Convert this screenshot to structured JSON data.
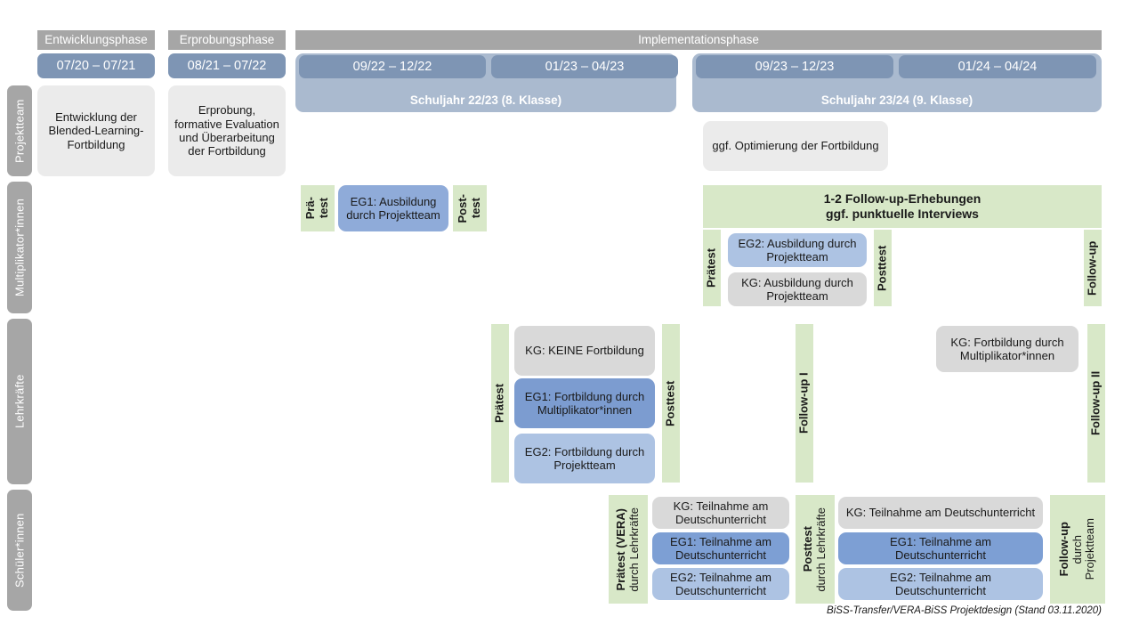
{
  "title": "BiSS-Transfer/VERA-BiSS Projektdesign",
  "colors": {
    "phase_header": "#a6a6a6",
    "date_bar": "#7e95b4",
    "year_band": "#aabacf",
    "green_strip": "#d8e8c8",
    "grey_card": "#d9d9d9",
    "grey_soft_card": "#ebebeb",
    "blue_eg1": "#7c9cd0",
    "blue_eg2": "#adc3e3"
  },
  "phase_headers": [
    {
      "label": "Entwicklungsphase"
    },
    {
      "label": "Erprobungsphase"
    },
    {
      "label": "Implementationsphase"
    }
  ],
  "date_bars": [
    {
      "label": "07/20 – 07/21"
    },
    {
      "label": "08/21 – 07/22"
    },
    {
      "label": "09/22 – 12/22"
    },
    {
      "label": "01/23 – 04/23"
    },
    {
      "label": "09/23 – 12/23"
    },
    {
      "label": "01/24 – 04/24"
    }
  ],
  "year_bands": [
    {
      "label": "Schuljahr 22/23 (8. Klasse)"
    },
    {
      "label": "Schuljahr 23/24 (9. Klasse)"
    }
  ],
  "row_labels": [
    {
      "label": "Projektteam"
    },
    {
      "label": "Multiplikator*innen"
    },
    {
      "label": "Lehrkräfte"
    },
    {
      "label": "Schüler*innen"
    }
  ],
  "projektteam": {
    "entwicklung": "Entwicklung der Blended-Learning-Fortbildung",
    "erprobung": "Erprobung, formative Evaluation und Überarbeitung der Fortbildung",
    "optimierung": "ggf. Optimierung der Fortbildung"
  },
  "multiplikator": {
    "praetest_line1": "Prä-",
    "praetest_line2": "test",
    "posttest_line1": "Post-",
    "posttest_line2": "test",
    "eg1": "EG1: Ausbildung durch Projektteam",
    "followup_band_line1": "1-2 Follow-up-Erhebungen",
    "followup_band_line2": "ggf. punktuelle Interviews",
    "praetest2": "Prätest",
    "posttest2": "Posttest",
    "followup": "Follow-up",
    "eg2": "EG2: Ausbildung durch Projektteam",
    "kg": "KG: Ausbildung durch Projektteam"
  },
  "lehrkraefte": {
    "praetest": "Prätest",
    "posttest": "Posttest",
    "followup1": "Follow-up I",
    "followup2": "Follow-up II",
    "kg_keine": "KG:  KEINE Fortbildung",
    "eg1": "EG1: Fortbildung durch Multiplikator*innen",
    "eg2": "EG2: Fortbildung durch Projektteam",
    "kg_fortbildung": "KG: Fortbildung durch Multiplikator*innen"
  },
  "schueler": {
    "praetest_bold": "Prätest (VERA)",
    "praetest_reg": "durch Lehrkräfte",
    "posttest_bold": "Posttest",
    "posttest_reg": "durch Lehrkräfte",
    "followup_bold": "Follow-up",
    "followup_reg1": "durch",
    "followup_reg2": "Projektteam",
    "left_kg": "KG: Teilnahme am Deutschunterricht",
    "left_eg1": "EG1: Teilnahme am Deutschunterricht",
    "left_eg2": "EG2: Teilnahme am Deutschunterricht",
    "right_kg": "KG: Teilnahme am Deutschunterricht",
    "right_eg1": "EG1: Teilnahme am Deutschunterricht",
    "right_eg2": "EG2: Teilnahme am Deutschunterricht"
  },
  "footer": "BiSS-Transfer/VERA-BiSS Projektdesign (Stand 03.11.2020)"
}
